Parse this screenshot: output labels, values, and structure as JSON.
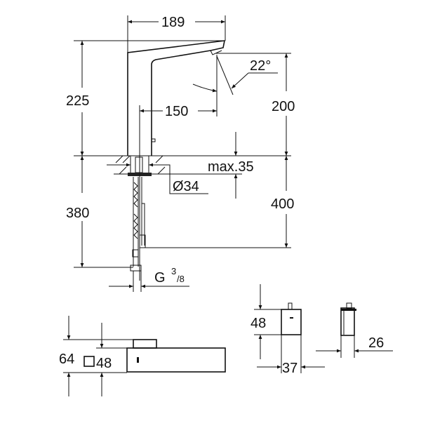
{
  "drawing": {
    "width_total": "189",
    "height_total": "225",
    "angle": "22°",
    "spout_reach": "150",
    "spout_height": "200",
    "deck_thickness": "max.35",
    "hole_diameter": "Ø34",
    "hose_length": "380",
    "connection_height": "400",
    "thread_g": "G",
    "thread_num": "3",
    "thread_den": "/8",
    "top_view_depth": "64",
    "top_view_square": "48",
    "box_height": "48",
    "box_width": "37",
    "box_depth": "26"
  }
}
